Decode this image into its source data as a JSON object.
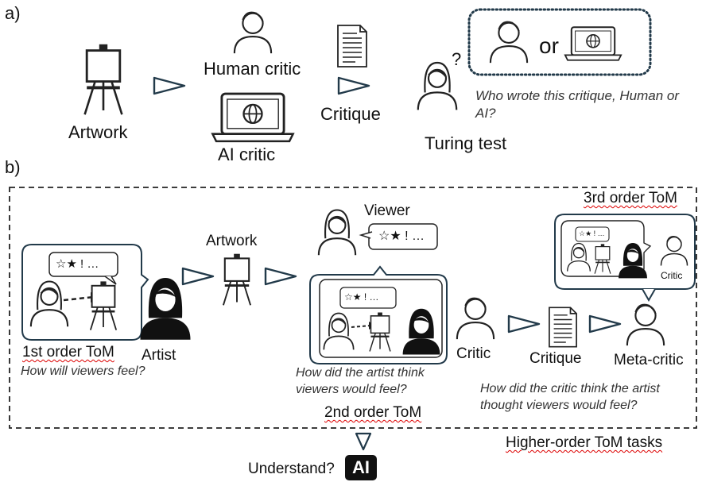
{
  "panel_a": {
    "tag": "a)",
    "artwork": "Artwork",
    "human_critic": "Human critic",
    "ai_critic": "AI critic",
    "critique": "Critique",
    "question_mark": "?",
    "or_word": "or",
    "turing_question": "Who wrote this critique, Human or AI?",
    "turing_test": "Turing test"
  },
  "panel_b": {
    "tag": "b)",
    "third_order": "3rd order ToM",
    "critic_in_bubble": "Critic",
    "viewer": "Viewer",
    "reaction": "☆★ ! …",
    "artwork": "Artwork",
    "artist": "Artist",
    "first_order": "1st order ToM",
    "first_question": "How will viewers feel?",
    "second_question": "How did the artist think viewers would feel?",
    "second_order": "2nd order ToM",
    "critic": "Critic",
    "critique": "Critique",
    "meta_critic": "Meta-critic",
    "third_question": "How did the critic think the artist thought viewers would feel?",
    "higher_order": "Higher-order ToM tasks"
  },
  "bottom": {
    "understand": "Understand?",
    "ai_badge": "AI"
  }
}
